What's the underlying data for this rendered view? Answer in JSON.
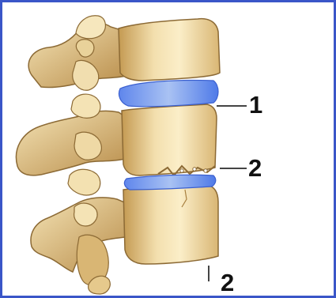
{
  "figure": {
    "subject": "lumbar-spine-segment-lateral-view",
    "labels": [
      {
        "id": "label-1",
        "text": "1"
      },
      {
        "id": "label-2a",
        "text": "2"
      },
      {
        "id": "label-2b",
        "text": "2"
      }
    ],
    "colors": {
      "border": "#3a56c8",
      "background": "#ffffff",
      "bone_light": "#fbeec8",
      "bone_mid": "#e8cf91",
      "bone_dark": "#c49a52",
      "bone_shadow": "#8c6a35",
      "disc_blue": "#4f7ae8",
      "disc_pale": "#a9c2f3",
      "leader_line": "#444444"
    }
  }
}
